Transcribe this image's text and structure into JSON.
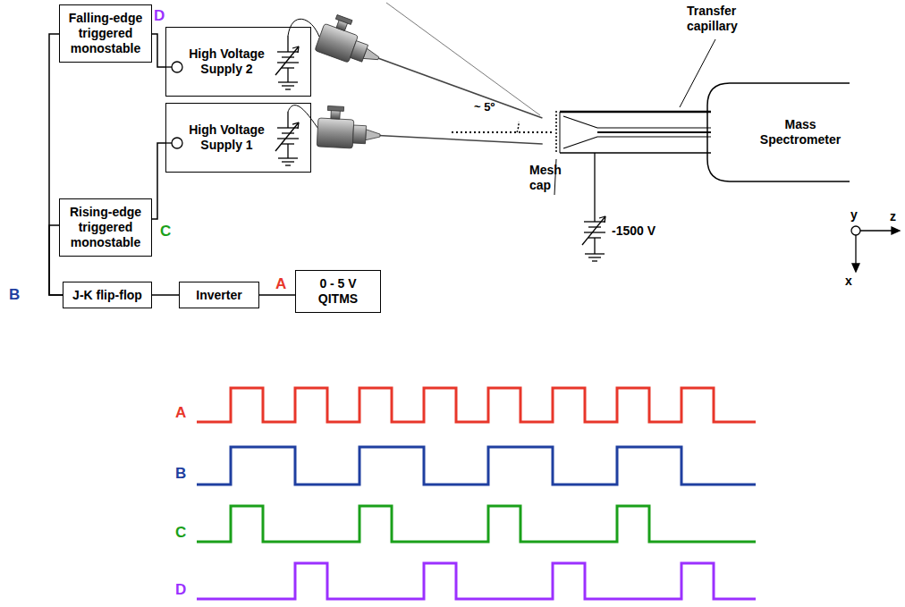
{
  "diagram": {
    "nodes": [
      {
        "text": [
          "Falling-edge triggered monostable"
        ]
      },
      {
        "text": [
          "High Voltage Supply 2"
        ]
      },
      {
        "text": [
          "High Voltage Supply 1"
        ]
      },
      {
        "text": [
          "Rising-edge triggered monostable"
        ]
      },
      {
        "text": [
          "J-K flip-flop"
        ]
      },
      {
        "text": [
          "Inverter"
        ]
      },
      {
        "text": [
          "0 - 5 V QITMS"
        ]
      },
      {
        "text": [
          "Mass Spectrometer"
        ]
      }
    ],
    "edges": [
      {
        "from": 0,
        "to": 1,
        "label": "D",
        "arrow": "none"
      },
      {
        "from": 3,
        "to": 2,
        "label": "C",
        "arrow": "none"
      },
      {
        "from": 4,
        "to": 5,
        "arrow": "none"
      },
      {
        "from": 5,
        "to": 6,
        "label": "A",
        "arrow": "none"
      },
      {
        "from": 4,
        "to": 0,
        "arrow": "none"
      },
      {
        "from": 4,
        "to": 3,
        "arrow": "none"
      }
    ],
    "labels": [
      "B",
      "~ 5º",
      "Transfer capillary",
      "Mesh cap",
      "-1500 V",
      "y",
      "z",
      "x",
      "A",
      "B",
      "C",
      "D"
    ]
  }
}
